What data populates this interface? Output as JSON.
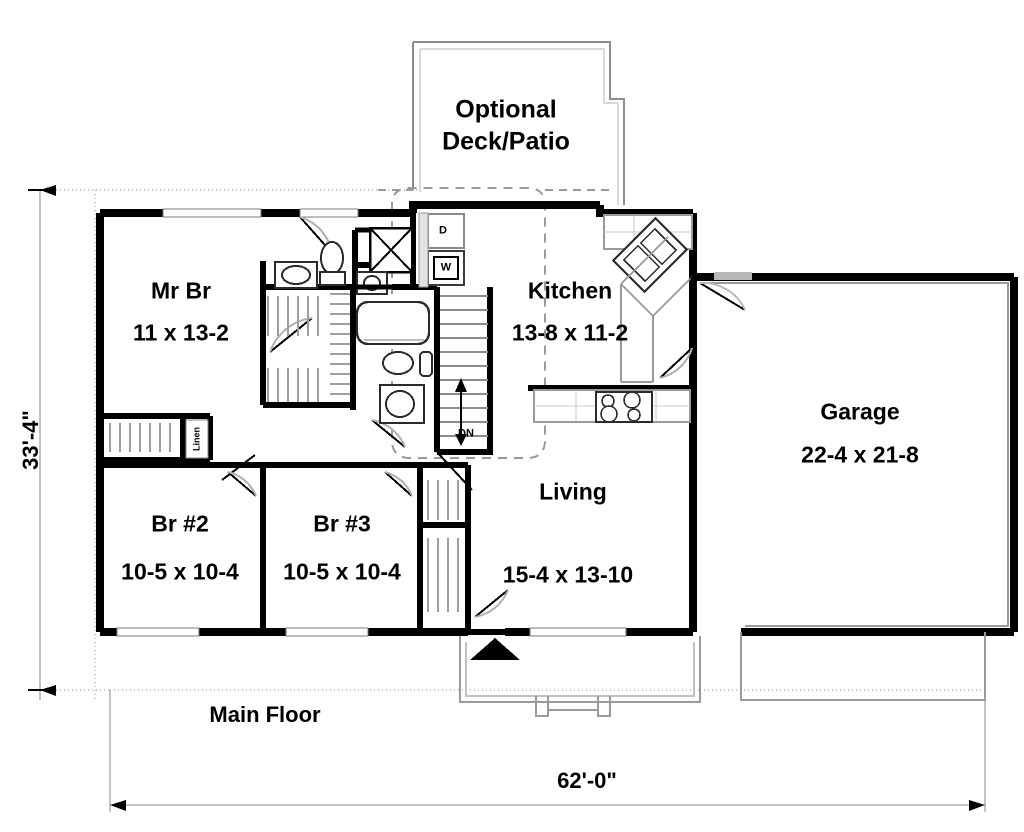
{
  "document": {
    "type": "architectural-floor-plan",
    "title": "Main Floor",
    "overall_width": "62'-0\"",
    "overall_depth": "33'-4\""
  },
  "rooms": [
    {
      "id": "optional-deck-patio",
      "name": "Optional\nDeck/Patio",
      "name_line1": "Optional",
      "name_line2": "Deck/Patio",
      "dimensions": ""
    },
    {
      "id": "mr-br",
      "name": "Mr Br",
      "dimensions": "11 x 13-2"
    },
    {
      "id": "kitchen",
      "name": "Kitchen",
      "dimensions": "13-8 x 11-2"
    },
    {
      "id": "garage",
      "name": "Garage",
      "dimensions": "22-4 x 21-8"
    },
    {
      "id": "br-2",
      "name": "Br #2",
      "dimensions": "10-5 x 10-4"
    },
    {
      "id": "br-3",
      "name": "Br #3",
      "dimensions": "10-5 x 10-4"
    },
    {
      "id": "living",
      "name": "Living",
      "dimensions": "15-4 x 13-10"
    }
  ],
  "annotations": {
    "floor_label": "Main Floor",
    "stair_direction": "DN",
    "linen_closet": "Linen",
    "washer": "W",
    "dryer": "D"
  },
  "dimensions": {
    "width_label": "62'-0\"",
    "depth_label": "33'-4\""
  },
  "colors": {
    "wall": "#000000",
    "thin_line": "#808080",
    "background": "#ffffff",
    "dashed": "#9a9a9a"
  }
}
